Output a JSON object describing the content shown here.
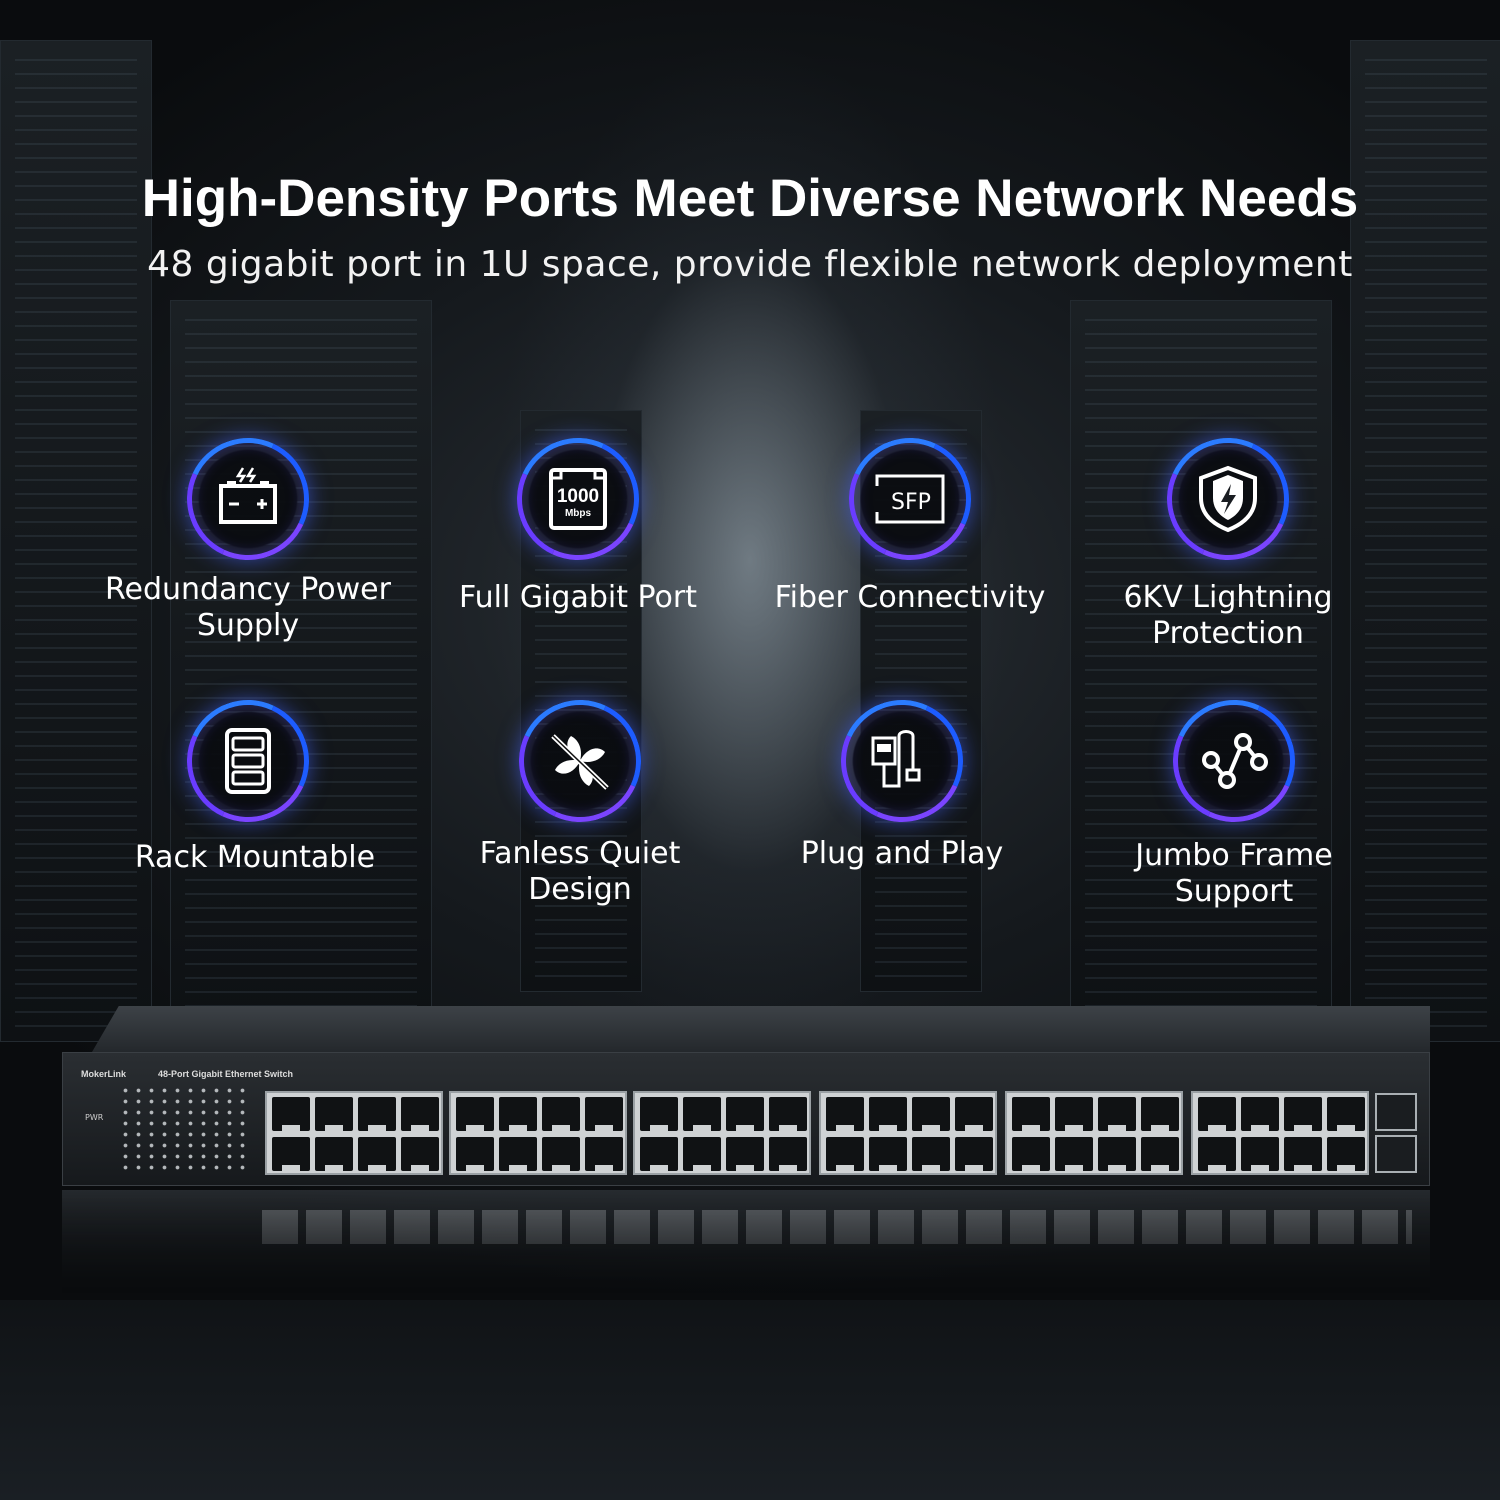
{
  "header": {
    "title": "High-Density Ports Meet Diverse Network Needs",
    "subtitle": "48 gigabit port in 1U space, provide flexible network deployment"
  },
  "features": [
    {
      "label": "Redundancy Power Supply",
      "icon": "battery-icon"
    },
    {
      "label": "Full Gigabit Port",
      "icon": "gigabit-port-icon",
      "icon_text": "1000",
      "icon_subtext": "Mbps"
    },
    {
      "label": "Fiber Connectivity",
      "icon": "sfp-icon",
      "icon_text": "SFP"
    },
    {
      "label": "6KV Lightning Protection",
      "icon": "shield-lightning-icon"
    },
    {
      "label": "Rack Mountable",
      "icon": "rack-icon"
    },
    {
      "label": "Fanless Quiet Design",
      "icon": "fanless-icon"
    },
    {
      "label": "Plug and Play",
      "icon": "ethernet-cable-icon"
    },
    {
      "label": "Jumbo Frame Support",
      "icon": "network-nodes-icon"
    }
  ],
  "switch": {
    "brand": "MokerLink",
    "model_label": "48-Port Gigabit Ethernet Switch",
    "pwr_label": "PWR"
  },
  "colors": {
    "ring_blue": "#2b7bff",
    "ring_purple": "#7a44ff",
    "background": "#0d1013"
  }
}
